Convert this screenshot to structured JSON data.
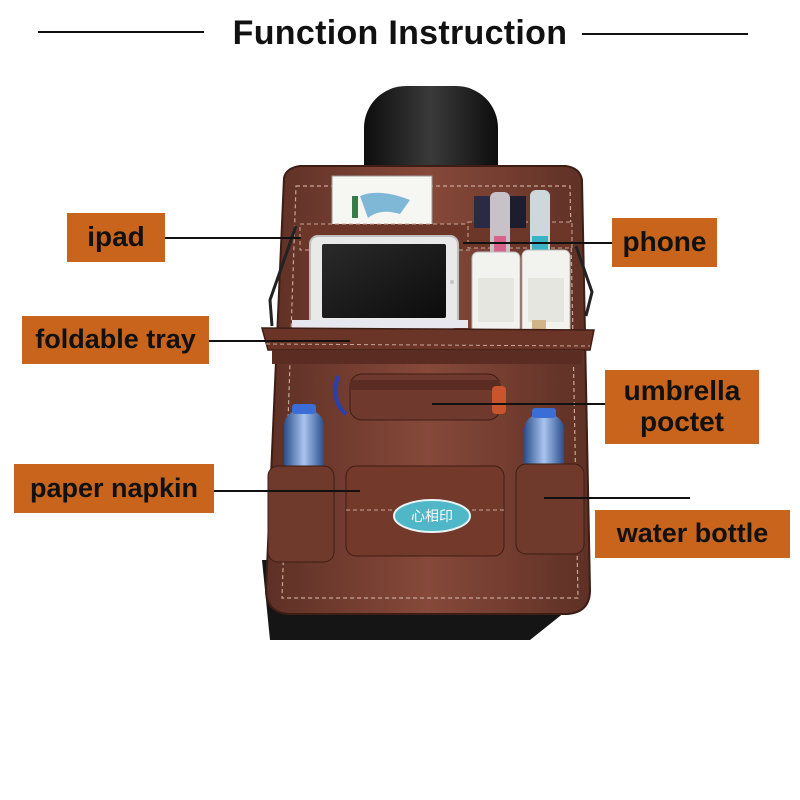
{
  "title": "Function Instruction",
  "labels": {
    "ipad": "ipad",
    "phone": "phone",
    "foldable_tray": "foldable tray",
    "umbrella_line1": "umbrella",
    "umbrella_line2": "poctet",
    "paper_napkin": "paper napkin",
    "water_bottle": "water bottle"
  },
  "colors": {
    "label_bg": "#c8641c",
    "leather": "#7a4032",
    "leather_dark": "#5a2c22",
    "seat": "#1a1a1a"
  },
  "tissue_logo_text": "心相印"
}
